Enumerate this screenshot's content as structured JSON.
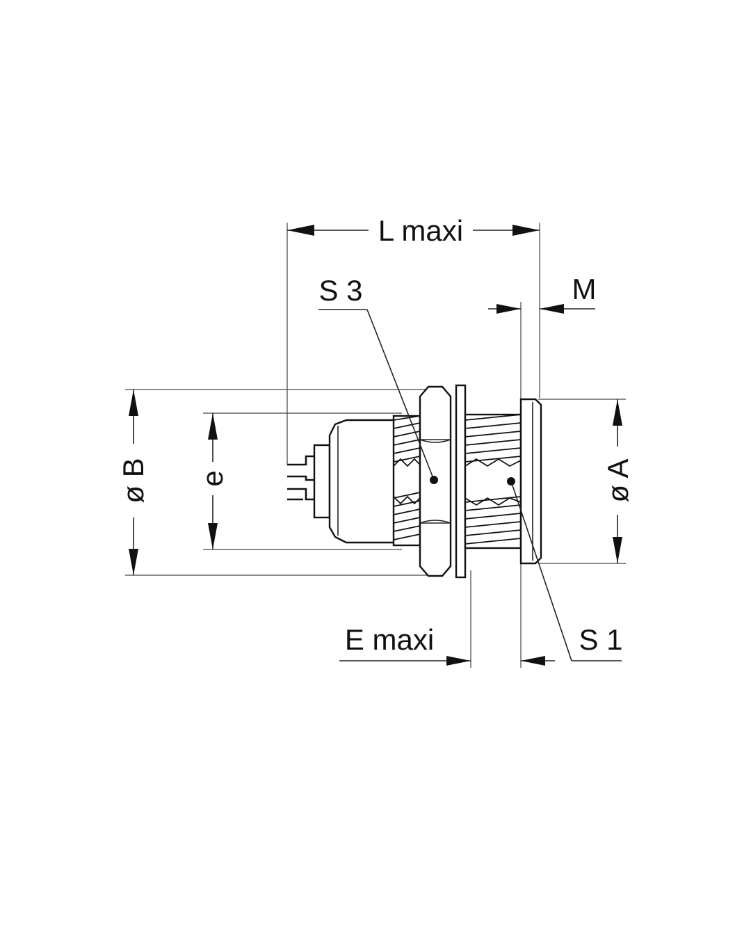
{
  "drawing": {
    "labels": {
      "l_maxi": "L maxi",
      "m": "M",
      "s3": "S 3",
      "s1": "S 1",
      "e_maxi": "E maxi",
      "dia_b": "ø B",
      "dia_a": "ø A",
      "e": "e"
    }
  }
}
